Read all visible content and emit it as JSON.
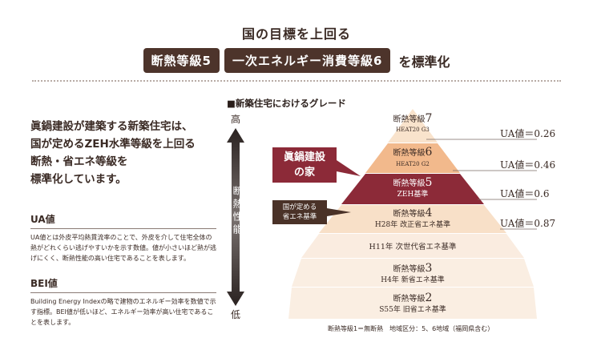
{
  "headline": {
    "top": "国の目標を上回る",
    "pill1": "断熱等級5",
    "pill2": "一次エネルギー消費等級6",
    "suffix": "を標準化"
  },
  "intro": {
    "line1": "眞鍋建設が建築する新築住宅は、",
    "line2": "国が定めるZEH水準等級を上回る",
    "line3": "断熱・省エネ等級を",
    "line4": "標準化しています。"
  },
  "ua_section": {
    "title": "UA値",
    "body": "UA値とは外皮平均熱貫流率のことで、外皮を介して住宅全体の熱がどれくらい逃げやすいかを示す数値。値が小さいほど熱が逃げにくく、断熱性能の高い住宅であることを表します。"
  },
  "bei_section": {
    "title": "BEI値",
    "body": "Building Energy Indexの略で建物のエネルギー効率を数値で示す指標。BEI値が低いほど、エネルギー効率が高い住宅であることを表します。"
  },
  "grade": {
    "title": "■新築住宅におけるグレード",
    "high": "高",
    "low": "低",
    "axis_text": "断熱性能"
  },
  "tiers": [
    {
      "line1": "断熱等級",
      "num": "7",
      "line2": "HEAT20 G3",
      "ua": "UA値＝0.26"
    },
    {
      "line1": "断熱等級",
      "num": "6",
      "line2": "HEAT20 G2",
      "ua": "UA値＝0.46"
    },
    {
      "line1": "断熱等級",
      "num": "5",
      "line2": "ZEH基準",
      "ua": "UA値＝0.6"
    },
    {
      "line1": "断熱等級",
      "num": "4",
      "line2": "H28年 改正省エネ基準",
      "ua": "UA値＝0.87"
    },
    {
      "line1": "",
      "num": "",
      "line2": "H11年 次世代省エネ基準",
      "ua": ""
    },
    {
      "line1": "断熱等級",
      "num": "3",
      "line2": "H4年 新省エネ基準",
      "ua": ""
    },
    {
      "line1": "断熱等級",
      "num": "2",
      "line2": "S55年 旧省エネ基準",
      "ua": ""
    }
  ],
  "callout_company": {
    "line1": "眞鍋建設",
    "line2": "の家"
  },
  "callout_national": {
    "line1": "国が定める",
    "line2": "省エネ基準"
  },
  "footnote": "断熱等級1＝無断熱　地域区分：5、6地域（福岡県含む）",
  "colors": {
    "dark_brown": "#4d342b",
    "crimson": "#8c2a38",
    "tier7": "#f9e3cc",
    "tier6": "#f2b98c",
    "tier5": "#8c2a38",
    "tier4": "#f8e0c8",
    "tier_low": "#faeee2"
  }
}
